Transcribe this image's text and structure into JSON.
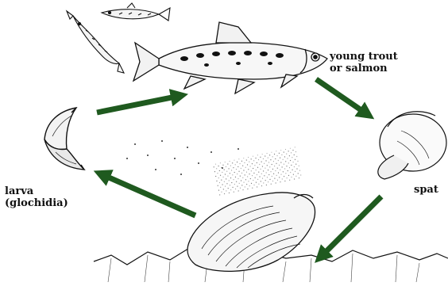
{
  "labels": {
    "trout_line1": "young trout",
    "trout_line2": "or salmon",
    "spat": "spat",
    "larva_line1": "larva",
    "larva_line2": "(glochidia)"
  },
  "colors": {
    "arrow": "#1f5a1f",
    "ink": "#111111"
  },
  "icons": [
    "small-fish-icon",
    "trout-icon",
    "spat-icon",
    "mussel-shell-icon",
    "glochidium-icon",
    "cycle-arrow-icon"
  ]
}
